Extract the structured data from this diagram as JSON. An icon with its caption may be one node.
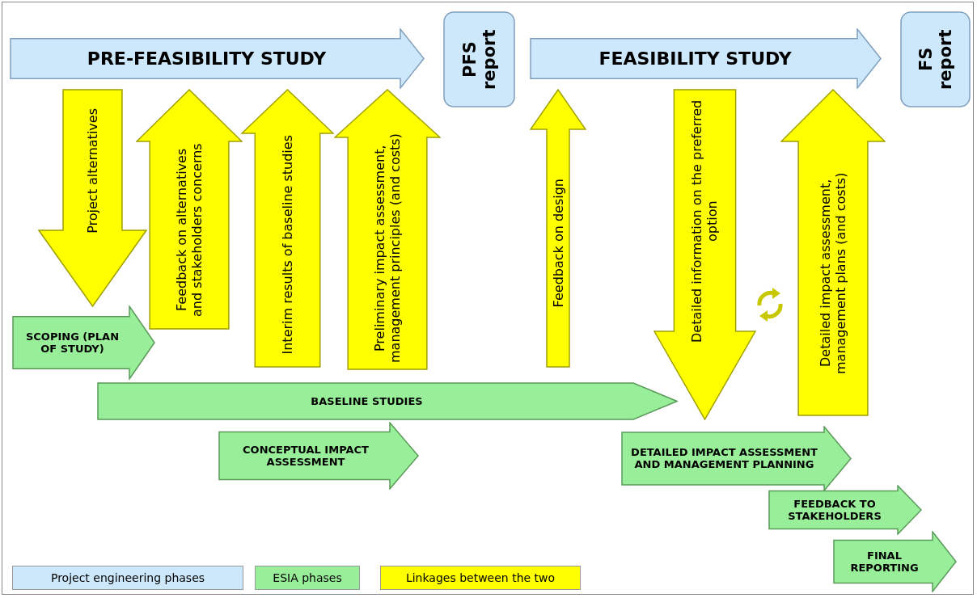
{
  "diagram": {
    "nodes": [
      {
        "text": [
          "PRE-FEASIBILITY STUDY"
        ]
      },
      {
        "text": [
          "PFS report"
        ]
      },
      {
        "text": [
          "FEASIBILITY STUDY"
        ]
      },
      {
        "text": [
          "FS report"
        ]
      },
      {
        "text": [
          "Project alternatives"
        ]
      },
      {
        "text": [
          "Feedback on alternatives and stakeholders concerns"
        ]
      },
      {
        "text": [
          "Interim results of baseline studies"
        ]
      },
      {
        "text": [
          "Preliminary impact assessment, management principles (and costs)"
        ]
      },
      {
        "text": [
          "Feedback on design"
        ]
      },
      {
        "text": [
          "Detailed information on the preferred option"
        ]
      },
      {
        "text": [
          "Detailed impact assessment, management plans (and costs)"
        ]
      },
      {
        "text": [
          "SCOPING (PLAN OF STUDY)"
        ]
      },
      {
        "text": [
          "BASELINE STUDIES"
        ]
      },
      {
        "text": [
          "CONCEPTUAL IMPACT ASSESSMENT"
        ]
      },
      {
        "text": [
          "DETAILED IMPACT ASSESSMENT AND MANAGEMENT PLANNING"
        ]
      },
      {
        "text": [
          "FEEDBACK TO STAKEHOLDERS"
        ]
      },
      {
        "text": [
          "FINAL REPORTING"
        ]
      }
    ],
    "legend": [
      {
        "text": "Project engineering phases",
        "color": "#cce8fa"
      },
      {
        "text": "ESIA phases",
        "color": "#99ef99"
      },
      {
        "text": "Linkages between the two",
        "color": "#ffff00"
      }
    ]
  }
}
